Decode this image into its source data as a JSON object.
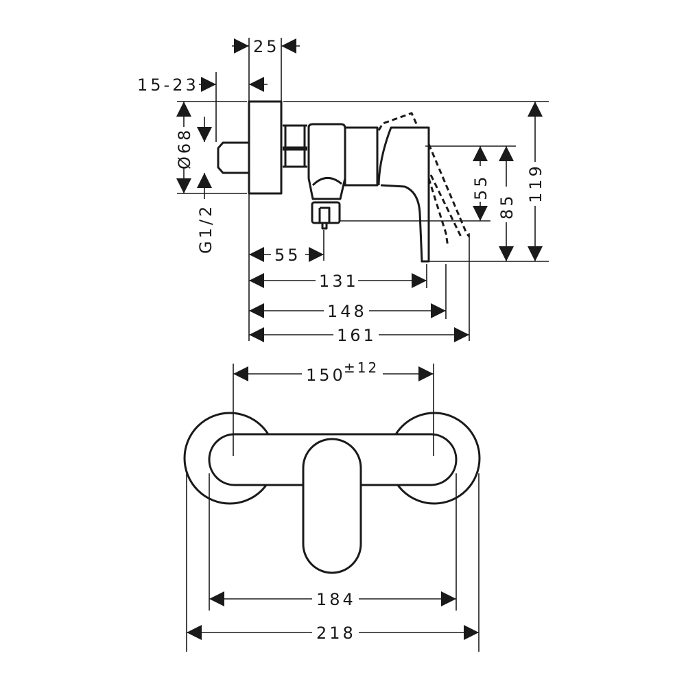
{
  "title": "Shower mixer dimension drawing",
  "side_view": {
    "dim_25": "25",
    "dim_15_23": "15-23",
    "dim_d68": "Ø68",
    "dim_g12": "G1/2",
    "dim_55_h": "55",
    "dim_131": "131",
    "dim_148": "148",
    "dim_161": "161",
    "dim_55_v": "55",
    "dim_85": "85",
    "dim_119": "119"
  },
  "front_view": {
    "dim_150": "150",
    "dim_150_tol": "±12",
    "dim_184": "184",
    "dim_218": "218"
  }
}
